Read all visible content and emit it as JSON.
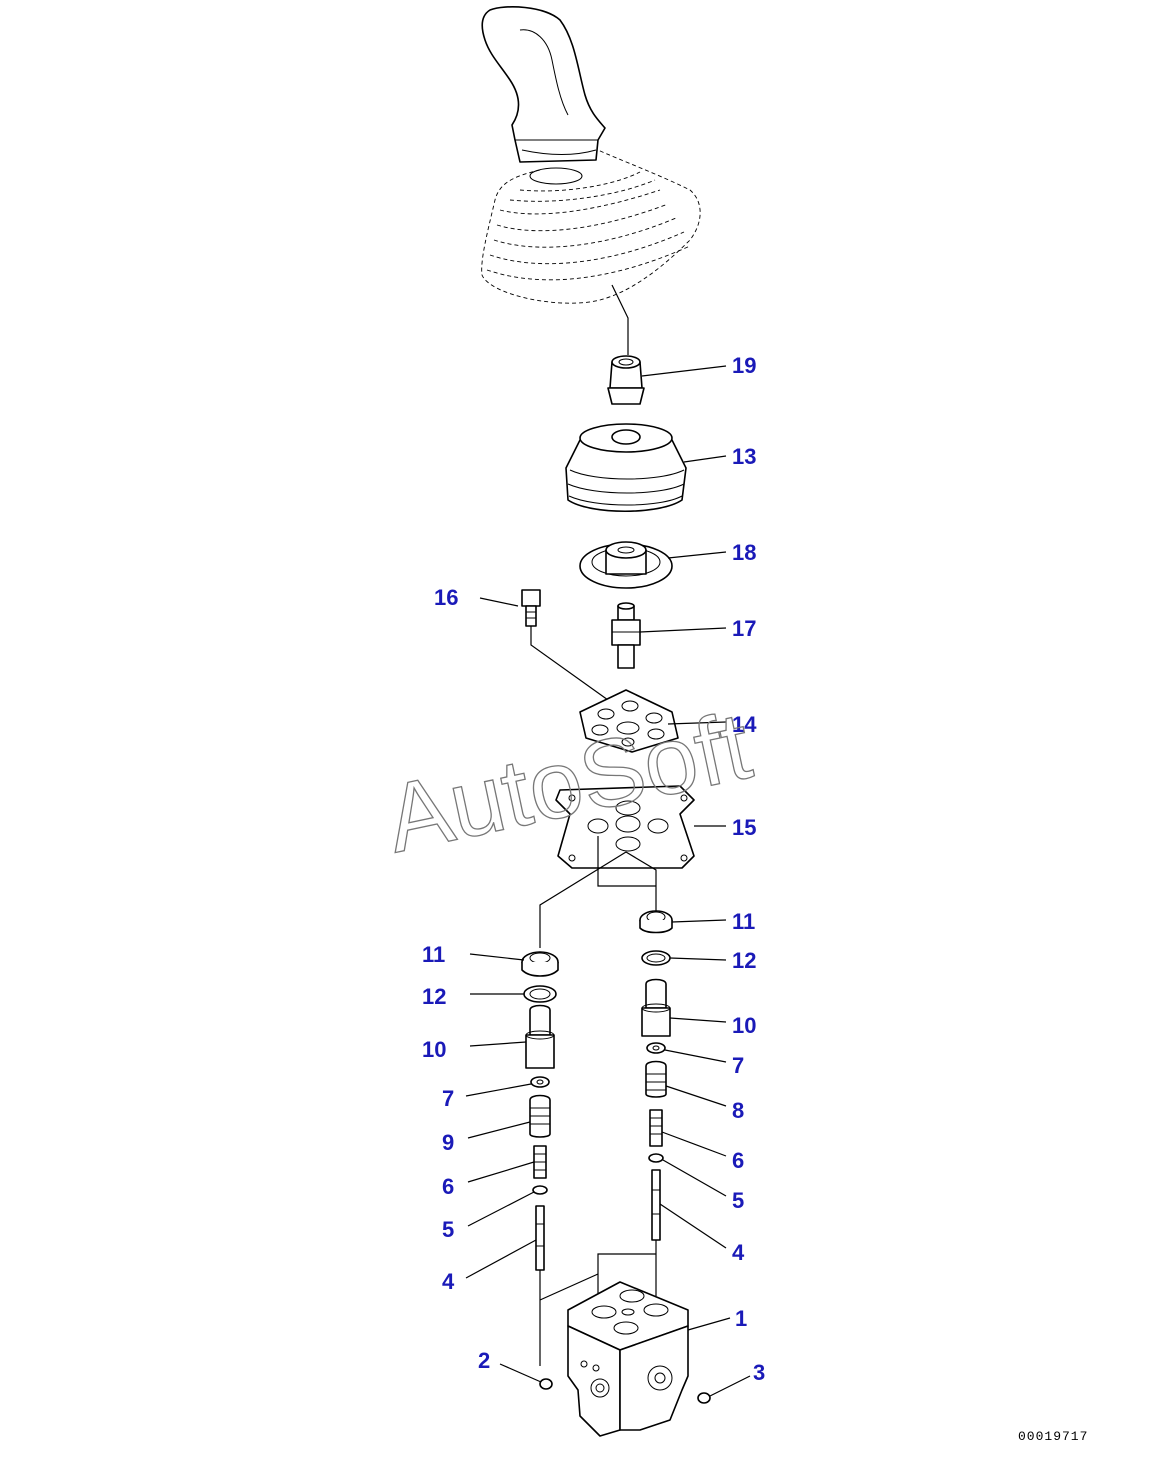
{
  "drawing": {
    "number": "00019717",
    "watermark": "AutoSoft",
    "callout_color": "#1a1ab8"
  },
  "callouts": [
    {
      "id": "19",
      "label": "19",
      "part": "nut"
    },
    {
      "id": "13",
      "label": "13",
      "part": "boot"
    },
    {
      "id": "18",
      "label": "18",
      "part": "disc-cam"
    },
    {
      "id": "16",
      "label": "16",
      "part": "bolt"
    },
    {
      "id": "17",
      "label": "17",
      "part": "universal-joint"
    },
    {
      "id": "14",
      "label": "14",
      "part": "plate"
    },
    {
      "id": "15",
      "label": "15",
      "part": "gasket-plate"
    },
    {
      "id": "11L",
      "label": "11",
      "part": "seal-left"
    },
    {
      "id": "11R",
      "label": "11",
      "part": "seal-right"
    },
    {
      "id": "12L",
      "label": "12",
      "part": "o-ring-left"
    },
    {
      "id": "12R",
      "label": "12",
      "part": "o-ring-right"
    },
    {
      "id": "10L",
      "label": "10",
      "part": "piston-left"
    },
    {
      "id": "10R",
      "label": "10",
      "part": "piston-right"
    },
    {
      "id": "7L",
      "label": "7",
      "part": "retainer-left"
    },
    {
      "id": "7R",
      "label": "7",
      "part": "retainer-right"
    },
    {
      "id": "9",
      "label": "9",
      "part": "spring-left"
    },
    {
      "id": "8",
      "label": "8",
      "part": "spring-right"
    },
    {
      "id": "6L",
      "label": "6",
      "part": "small-spring-left"
    },
    {
      "id": "6R",
      "label": "6",
      "part": "small-spring-right"
    },
    {
      "id": "5L",
      "label": "5",
      "part": "washer-left"
    },
    {
      "id": "5R",
      "label": "5",
      "part": "washer-right"
    },
    {
      "id": "4L",
      "label": "4",
      "part": "spool-left"
    },
    {
      "id": "4R",
      "label": "4",
      "part": "spool-right"
    },
    {
      "id": "1",
      "label": "1",
      "part": "valve-body"
    },
    {
      "id": "2",
      "label": "2",
      "part": "plug-left"
    },
    {
      "id": "3",
      "label": "3",
      "part": "plug-right"
    }
  ]
}
